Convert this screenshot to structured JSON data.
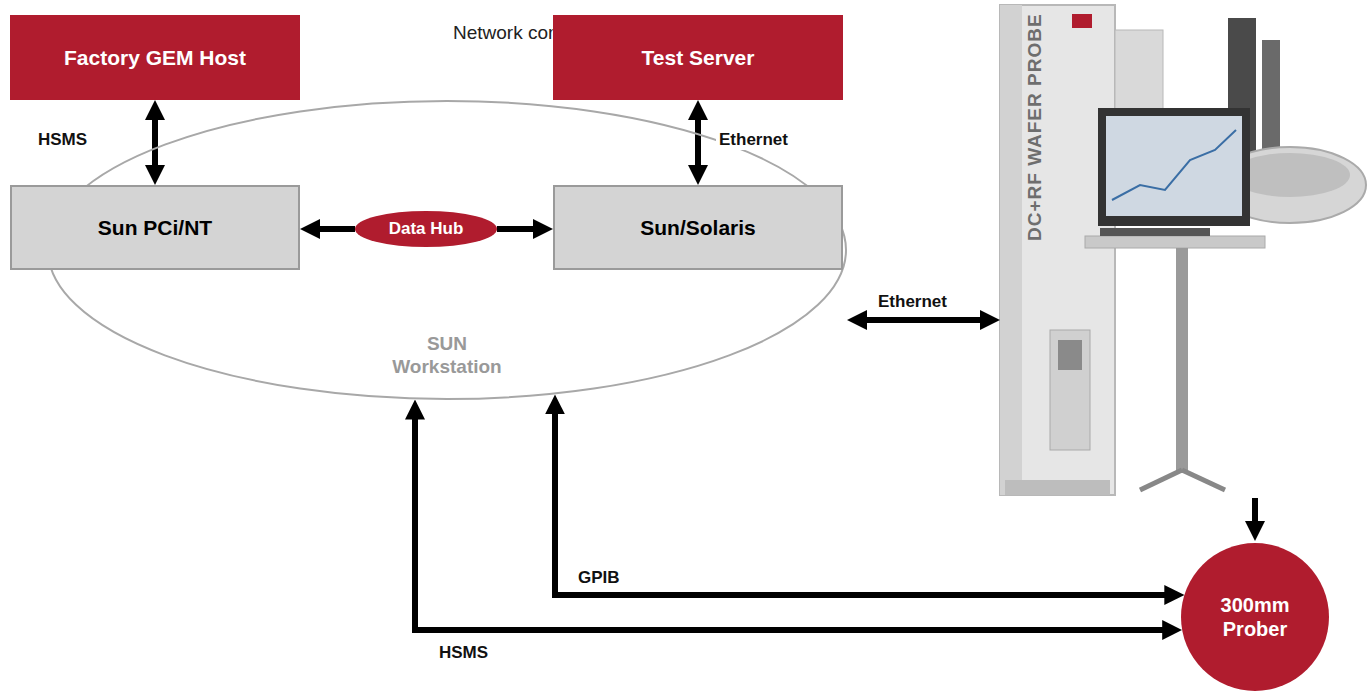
{
  "diagram": {
    "title": "Network communication",
    "nodes": [
      {
        "text": [
          "Factory GEM Host"
        ]
      },
      {
        "text": [
          "Test Server"
        ]
      },
      {
        "text": [
          "SUN Workstation"
        ]
      },
      {
        "text": [
          "Sun PCi/NT"
        ],
        "in": 2
      },
      {
        "text": [
          "Data Hub"
        ],
        "in": 2
      },
      {
        "text": [
          "Sun/Solaris"
        ],
        "in": 2
      },
      {
        "text": [
          "300mm Prober"
        ]
      }
    ],
    "edges": [
      {
        "from": 0,
        "to": 3,
        "label": "HSMS",
        "arrow": "both"
      },
      {
        "from": 1,
        "to": 5,
        "label": "Ethernet",
        "arrow": "both"
      },
      {
        "from": 4,
        "to": 3,
        "arrow": "to"
      },
      {
        "from": 4,
        "to": 5,
        "arrow": "to"
      },
      {
        "from": 6,
        "to": 2,
        "label": "GPIB",
        "arrow": "both"
      },
      {
        "from": 6,
        "to": 2,
        "label": "HSMS",
        "arrow": "both"
      }
    ],
    "labels": [
      "Ethernet",
      "DC+RF WAFER PROBE"
    ]
  }
}
